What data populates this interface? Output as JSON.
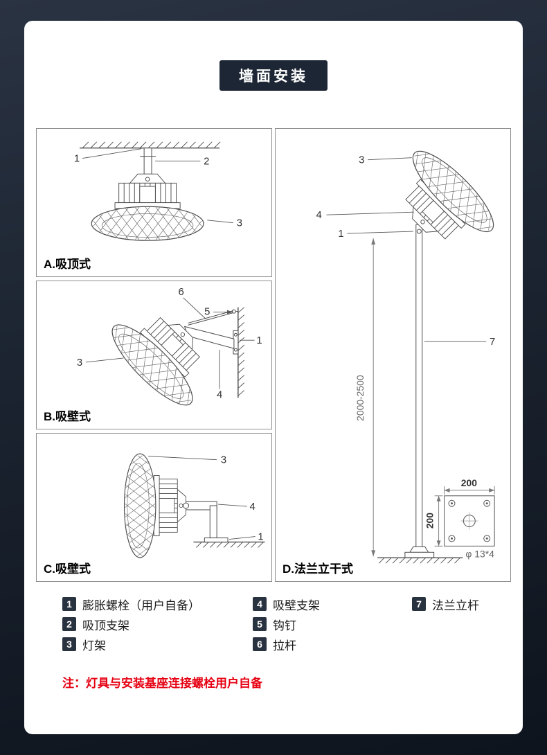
{
  "page": {
    "title": "墙面安装",
    "note": "注：灯具与安装基座连接螺栓用户自备",
    "colors": {
      "background": "#1b2330",
      "card": "#ffffff",
      "badge": "#1d2634",
      "note_red": "#e60012",
      "line": "#4a4a4a"
    }
  },
  "panels": [
    {
      "id": "A",
      "label": "A.吸顶式",
      "callouts": {
        "c1": "1",
        "c2": "2",
        "c3": "3"
      }
    },
    {
      "id": "B",
      "label": "B.吸壁式",
      "callouts": {
        "c6": "6",
        "c5": "5",
        "c1": "1",
        "c3": "3",
        "c4": "4"
      }
    },
    {
      "id": "C",
      "label": "C.吸壁式",
      "callouts": {
        "c3": "3",
        "c4": "4",
        "c1": "1"
      }
    },
    {
      "id": "D",
      "label": "D.法兰立干式",
      "callouts": {
        "c3": "3",
        "c4": "4",
        "c1": "1",
        "c7": "7"
      },
      "dims": {
        "pole_height": "2000-2500",
        "flange_width": "200",
        "flange_depth": "200",
        "bolt_holes": "φ 13*4"
      }
    }
  ],
  "legend": {
    "items": [
      {
        "num": "1",
        "label": "膨胀螺栓（用户自备）"
      },
      {
        "num": "2",
        "label": "吸顶支架"
      },
      {
        "num": "3",
        "label": "灯架"
      },
      {
        "num": "4",
        "label": "吸壁支架"
      },
      {
        "num": "5",
        "label": "钩钉"
      },
      {
        "num": "6",
        "label": "拉杆"
      },
      {
        "num": "7",
        "label": "法兰立杆"
      }
    ]
  }
}
